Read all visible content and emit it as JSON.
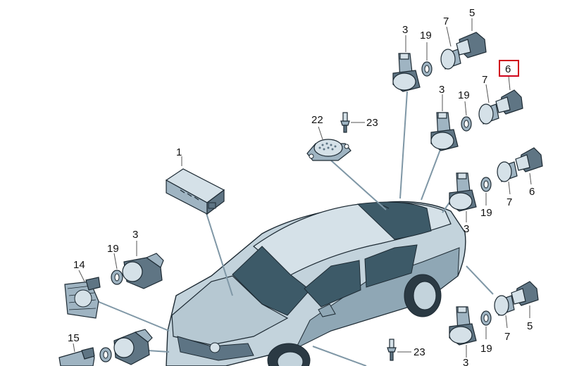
{
  "colors": {
    "body_light": "#c3d3dc",
    "body_mid": "#8fa7b5",
    "body_dark": "#5d7484",
    "glass": "#3d5a68",
    "outline": "#1d2a33",
    "highlight_box": "#d0021b"
  },
  "labels": {
    "control_unit": "1",
    "sensor_rl_upper": "3",
    "ring_rl_upper": "19",
    "sleeve_rl_upper": "7",
    "cap_rl_upper": "5",
    "highlighted": "6",
    "sensor_rl_mid": "3",
    "ring_rl_mid": "19",
    "sleeve_rl_mid": "7",
    "buzzer": "22",
    "buzzer_screw": "23",
    "cap_rr_right": "6",
    "sleeve_rr_right": "7",
    "ring_rr_right": "19",
    "sensor_rr_right": "3",
    "sensor_front": "3",
    "ring_front": "19",
    "bracket_front": "14",
    "bracket_front_lower": "15",
    "cap_front_right": "5",
    "sleeve_front_right": "7",
    "ring_front_right": "19",
    "sensor_front_right": "3",
    "screw_front": "23"
  }
}
